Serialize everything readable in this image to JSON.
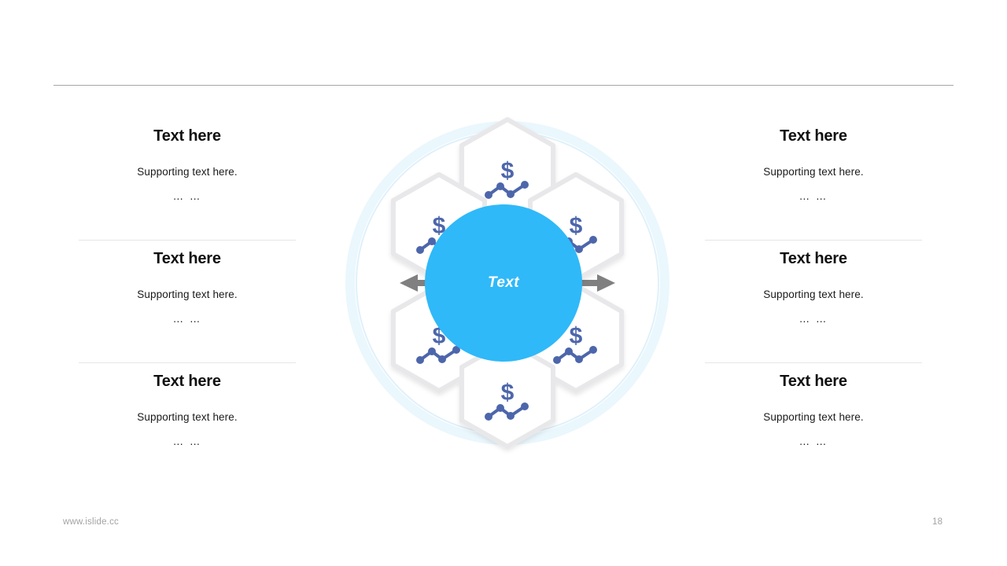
{
  "slide": {
    "blocks_left": [
      {
        "heading": "Text here",
        "support": "Supporting text here.",
        "dots": "… …"
      },
      {
        "heading": "Text here",
        "support": "Supporting text here.",
        "dots": "… …"
      },
      {
        "heading": "Text here",
        "support": "Supporting text here.",
        "dots": "… …"
      }
    ],
    "blocks_right": [
      {
        "heading": "Text here",
        "support": "Supporting text here.",
        "dots": "… …"
      },
      {
        "heading": "Text here",
        "support": "Supporting text here.",
        "dots": "… …"
      },
      {
        "heading": "Text here",
        "support": "Supporting text here.",
        "dots": "… …"
      }
    ],
    "center": {
      "label": "Text"
    },
    "hexagons": [
      {
        "position": "top",
        "icon": "dollar-trend-icon"
      },
      {
        "position": "upper-left",
        "icon": "dollar-trend-icon"
      },
      {
        "position": "upper-right",
        "icon": "dollar-trend-icon"
      },
      {
        "position": "lower-left",
        "icon": "dollar-trend-icon"
      },
      {
        "position": "lower-right",
        "icon": "dollar-trend-icon"
      },
      {
        "position": "bottom",
        "icon": "dollar-trend-icon"
      }
    ],
    "footer": {
      "url": "www.islide.cc",
      "page": "18"
    },
    "colors": {
      "accent_blue": "#2fb9f8",
      "icon_blue": "#4d66ab",
      "hexagon_border": "#e8e8ea",
      "arrow_gray": "#808080",
      "divider": "#e6e6e6",
      "top_rule": "#a6a6a6",
      "footer_text": "#a3a3a3",
      "ring_blue": "#eaf7fd"
    }
  }
}
